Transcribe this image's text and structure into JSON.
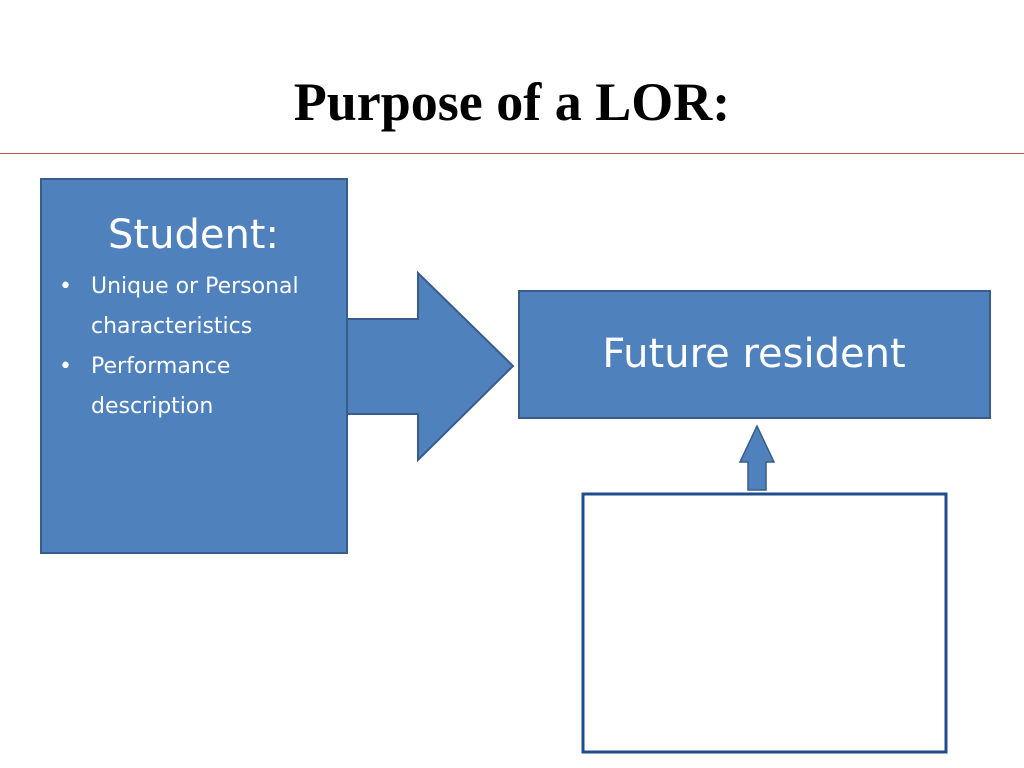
{
  "title": "Purpose of a LOR:",
  "colors": {
    "box_fill": "#4f81bd",
    "box_border": "#385d8a",
    "outline_box_border": "#1f4e8c",
    "title_rule": "#c0504d"
  },
  "student_box": {
    "heading": "Student:",
    "bullets": [
      "Unique or Personal characteristics",
      "Performance description"
    ]
  },
  "resident_box": {
    "label": "Future resident"
  }
}
